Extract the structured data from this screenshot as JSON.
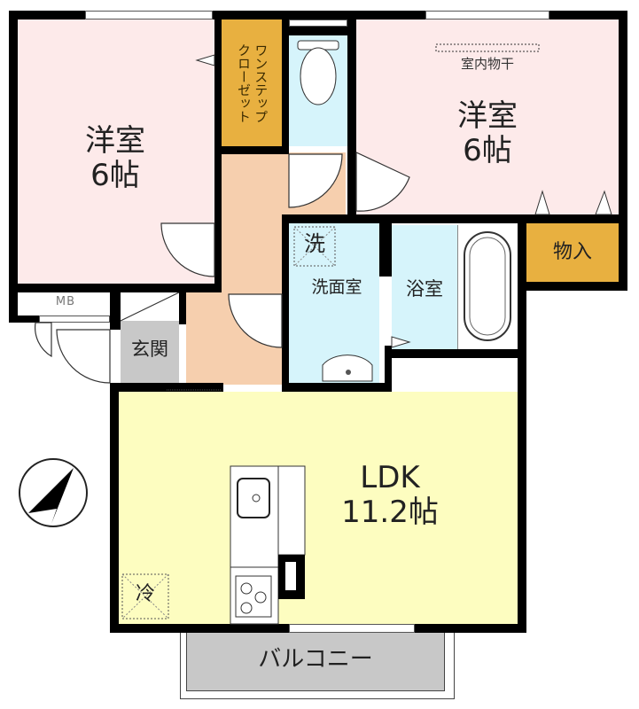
{
  "floorplan": {
    "rooms": {
      "western_room_left": {
        "name": "洋室",
        "size": "6帖"
      },
      "western_room_right": {
        "name": "洋室",
        "size": "6帖",
        "note": "室内物干"
      },
      "closet": {
        "name": "ワンステップクローゼット",
        "line1": "ワンステップ",
        "line2": "クローゼット"
      },
      "storage": {
        "name": "物入"
      },
      "washroom": {
        "name": "洗面室",
        "washer_mark": "洗"
      },
      "bathroom": {
        "name": "浴室"
      },
      "entrance": {
        "name": "玄関"
      },
      "meter_box": {
        "name": "MB"
      },
      "ldk": {
        "name": "LDK",
        "size": "11.2帖",
        "fridge_mark": "冷"
      },
      "balcony": {
        "name": "バルコニー"
      }
    },
    "colors": {
      "western_room": "#fdeaea",
      "closet": "#e8b040",
      "toilet": "#d6f4fb",
      "hallway": "#f6cfae",
      "washroom": "#d6f4fb",
      "entrance": "#c8c8c8",
      "ldk": "#fdfdc0",
      "balcony": "#c8c8c8",
      "wall": "#000000"
    },
    "compass": {
      "icon": "north-arrow-icon"
    }
  }
}
